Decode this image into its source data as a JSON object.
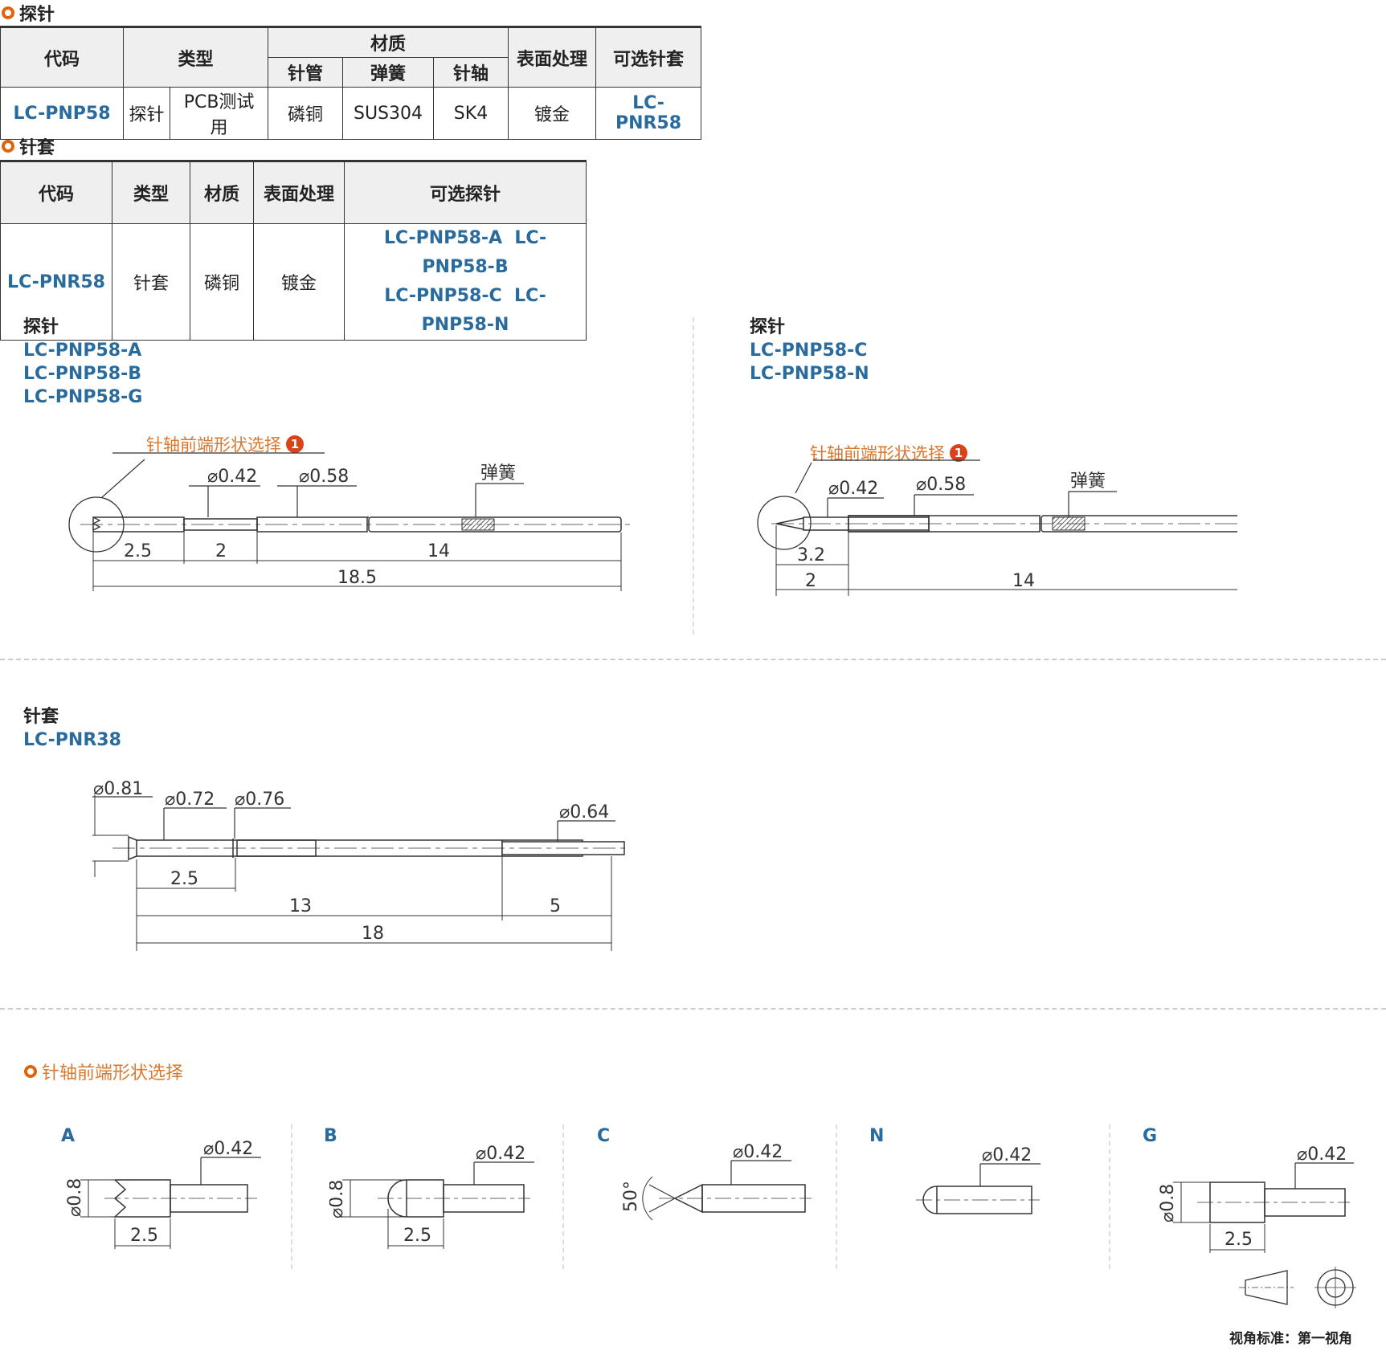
{
  "probe_section": {
    "title": "探针",
    "headers": {
      "code": "代码",
      "type": "类型",
      "material": "材质",
      "tube": "针管",
      "spring": "弹簧",
      "plunger": "针轴",
      "surface": "表面处理",
      "optional_socket": "可选针套"
    },
    "row": {
      "code": "LC-PNP58",
      "type1": "探针",
      "type2": "PCB测试用",
      "tube": "磷铜",
      "spring": "SUS304",
      "plunger": "SK4",
      "surface": "镀金",
      "socket": "LC-PNR58"
    }
  },
  "socket_section": {
    "title": "针套",
    "headers": {
      "code": "代码",
      "type": "类型",
      "material": "材质",
      "surface": "表面处理",
      "optional_probe": "可选探针"
    },
    "row": {
      "code": "LC-PNR58",
      "type": "针套",
      "material": "磷铜",
      "surface": "镀金",
      "probe1": "LC-PNP58-A",
      "probe2": "LC-PNP58-B",
      "probe3": "LC-PNP58-C",
      "probe4": "LC-PNP58-N"
    }
  },
  "drawing1": {
    "title": "探针",
    "codes": [
      "LC-PNP58-A",
      "LC-PNP58-B",
      "LC-PNP58-G"
    ],
    "callout": "针轴前端形状选择",
    "badge": "1",
    "d1": "⌀0.42",
    "d2": "⌀0.58",
    "spring": "弹簧",
    "dims": {
      "a": "2.5",
      "b": "2",
      "c": "14",
      "total": "18.5"
    }
  },
  "drawing2": {
    "title": "探针",
    "codes": [
      "LC-PNP58-C",
      "LC-PNP58-N"
    ],
    "callout": "针轴前端形状选择",
    "badge": "1",
    "d1": "⌀0.42",
    "d2": "⌀0.58",
    "spring": "弹簧",
    "dims": {
      "a": "3.2",
      "b": "2",
      "c": "14"
    }
  },
  "drawing3": {
    "title": "针套",
    "code": "LC-PNR38",
    "d1": "⌀0.81",
    "d2": "⌀0.72",
    "d3": "⌀0.76",
    "d4": "⌀0.64",
    "dims": {
      "a": "2.5",
      "b": "13",
      "c": "5",
      "total": "18"
    }
  },
  "tip_section": {
    "title": "针轴前端形状选择",
    "shapes": [
      {
        "letter": "A",
        "d": "⌀0.42",
        "h": "⌀0.8",
        "len": "2.5"
      },
      {
        "letter": "B",
        "d": "⌀0.42",
        "h": "⌀0.8",
        "len": "2.5"
      },
      {
        "letter": "C",
        "d": "⌀0.42",
        "angle": "50°"
      },
      {
        "letter": "N",
        "d": "⌀0.42"
      },
      {
        "letter": "G",
        "d": "⌀0.42",
        "h": "⌀0.8",
        "len": "2.5"
      }
    ],
    "view_standard": "视角标准：第一视角"
  }
}
